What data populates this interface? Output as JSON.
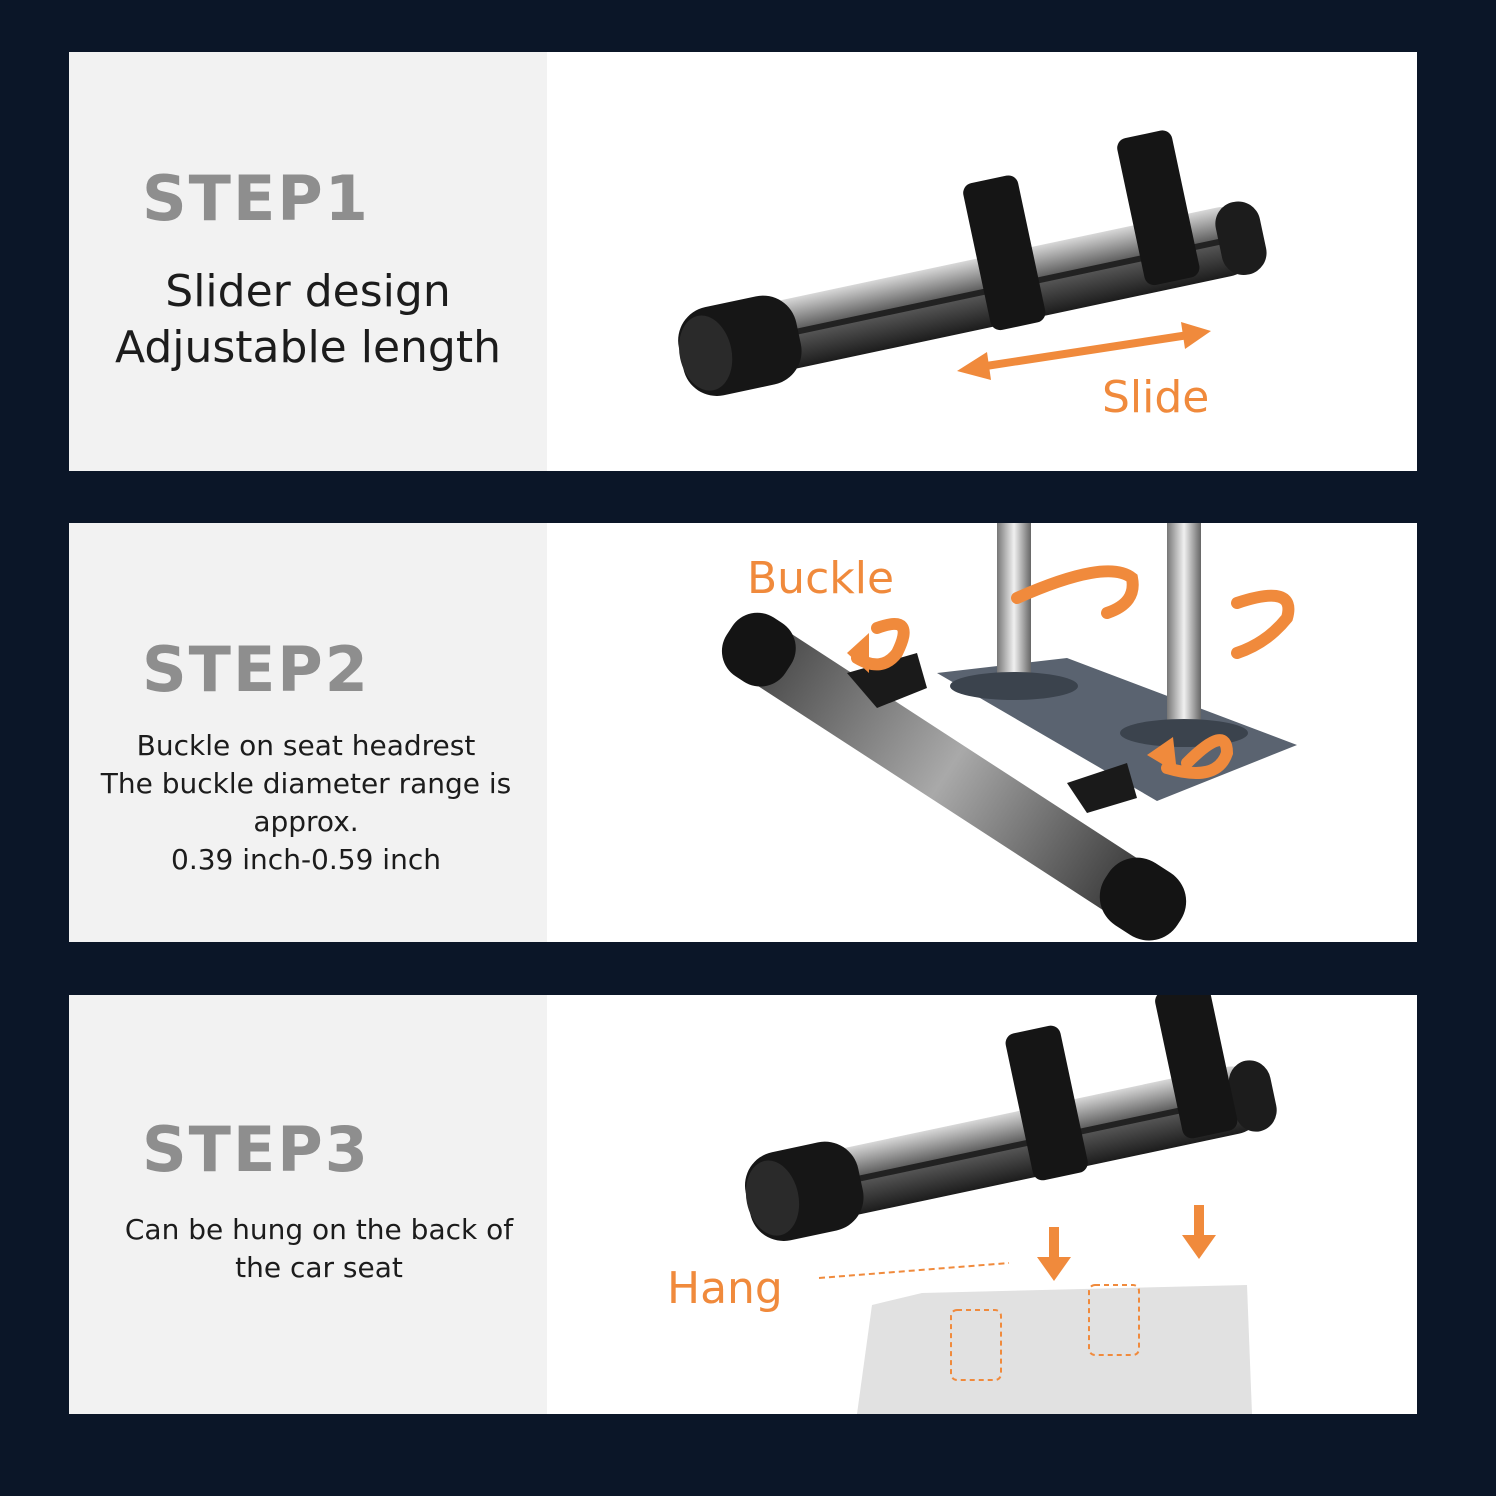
{
  "colors": {
    "background": "#0b1628",
    "accent": "#f08a3c",
    "step_title": "#8e8e8e"
  },
  "steps": [
    {
      "title": "STEP1",
      "lines": [
        "Slider design",
        "Adjustable length"
      ],
      "callout": "Slide",
      "icon": "slide-arrow-icon"
    },
    {
      "title": "STEP2",
      "lines": [
        "Buckle on seat headrest",
        "The buckle diameter range is",
        "approx.",
        "0.39 inch-0.59 inch"
      ],
      "callout": "Buckle",
      "icon": "rotate-arrow-icon"
    },
    {
      "title": "STEP3",
      "lines": [
        "Can be hung on the back of",
        "the car seat"
      ],
      "callout": "Hang",
      "icon": "down-arrow-icon"
    }
  ]
}
